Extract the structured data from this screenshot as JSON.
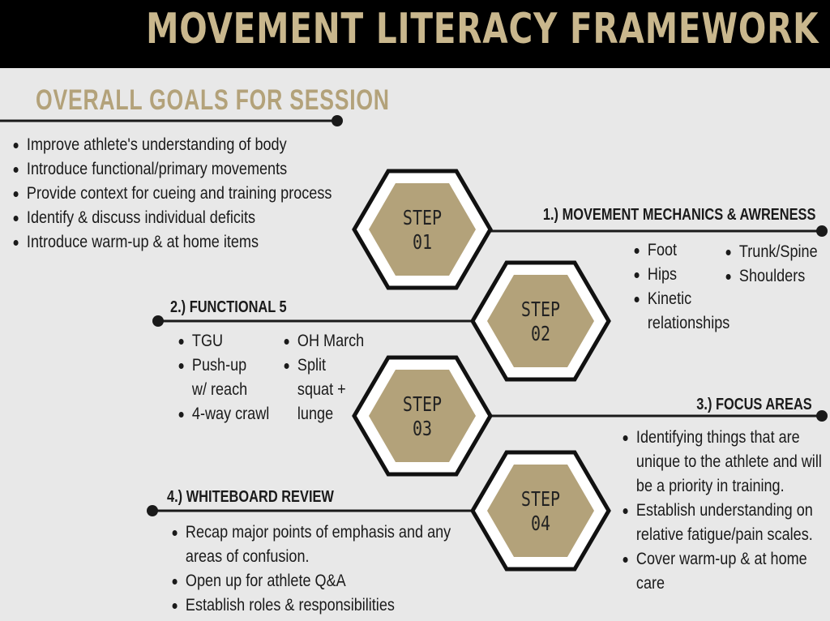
{
  "title": "MOVEMENT LITERACY FRAMEWORK",
  "goals": {
    "title": "OVERALL GOALS FOR SESSION",
    "items": [
      "Improve athlete's understanding of body",
      "Introduce functional/primary movements",
      "Provide context for cueing and training process",
      "Identify & discuss individual deficits",
      "Introduce warm-up & at home items"
    ]
  },
  "steps": [
    {
      "word": "STEP",
      "num": "01",
      "heading": "1.) MOVEMENT MECHANICS & AWRENESS",
      "col1": [
        "Foot",
        "Hips",
        "Kinetic relationships"
      ],
      "col2": [
        "Trunk/Spine",
        "Shoulders"
      ]
    },
    {
      "word": "STEP",
      "num": "02",
      "heading": "2.) FUNCTIONAL 5",
      "col1": [
        "TGU",
        "Push-up w/ reach",
        "4-way crawl"
      ],
      "col2": [
        "OH March",
        "Split squat + lunge"
      ]
    },
    {
      "word": "STEP",
      "num": "03",
      "heading": "3.) FOCUS AREAS",
      "items": [
        "Identifying things that are unique to the athlete and will be a priority in training.",
        "Establish understanding on relative fatigue/pain scales.",
        "Cover warm-up & at home care"
      ]
    },
    {
      "word": "STEP",
      "num": "04",
      "heading": "4.) WHITEBOARD REVIEW",
      "items": [
        "Recap major points of emphasis and any areas of confusion.",
        "Open up for athlete Q&A",
        "Establish roles & responsibilities"
      ]
    }
  ],
  "colors": {
    "gold": "#b3a27a",
    "dark": "#1a1a1a",
    "banner": "#000000",
    "background": "#e8e8e8"
  }
}
